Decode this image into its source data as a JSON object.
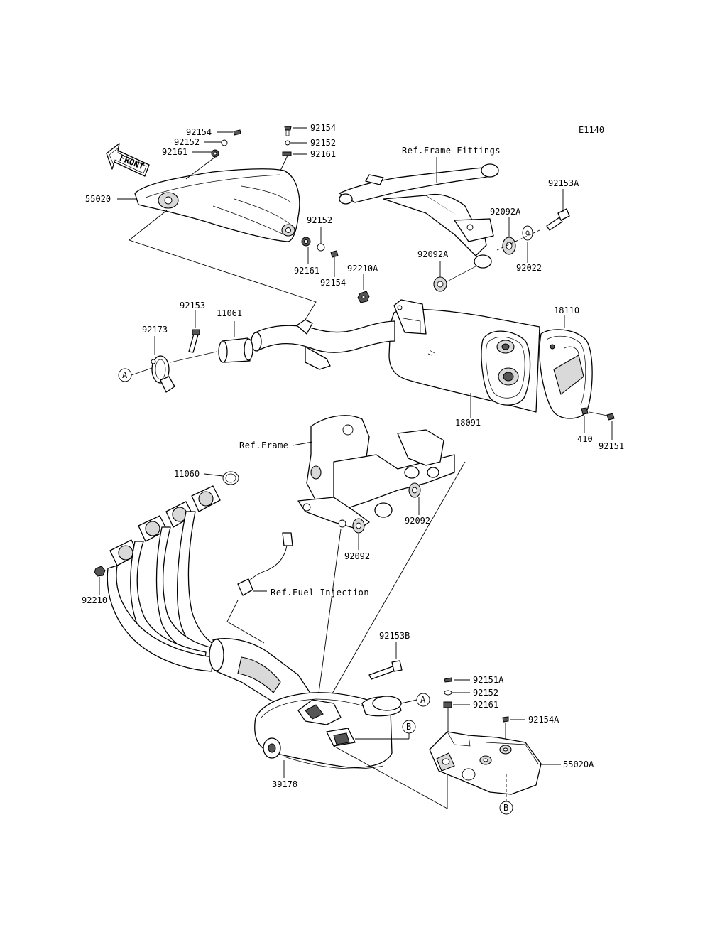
{
  "diagram_code": "E1140",
  "front_label": "FRONT",
  "labels": {
    "p92154_a": "92154",
    "p92152_a": "92152",
    "p92161_a": "92161",
    "p92154_b": "92154",
    "p92152_b": "92152",
    "p92161_b": "92161",
    "p55020": "55020",
    "p92152_c": "92152",
    "p92161_c": "92161",
    "p92154_c": "92154",
    "ref_frame_fittings": "Ref.Frame Fittings",
    "p92153A": "92153A",
    "p92092A_a": "92092A",
    "p92092A_b": "92092A",
    "p92022": "92022",
    "p92210A": "92210A",
    "p92153": "92153",
    "p11061": "11061",
    "p92173": "92173",
    "p18110": "18110",
    "p18091": "18091",
    "p410": "410",
    "p92151": "92151",
    "ref_frame": "Ref.Frame",
    "p11060": "11060",
    "p92092_a": "92092",
    "p92092_b": "92092",
    "p92210": "92210",
    "ref_fuel_injection": "Ref.Fuel Injection",
    "p92153B": "92153B",
    "p92151A": "92151A",
    "p92152_d": "92152",
    "p92161_d": "92161",
    "p92154A": "92154A",
    "p55020A": "55020A",
    "p39178": "39178",
    "callout_A": "A",
    "callout_B": "B"
  }
}
